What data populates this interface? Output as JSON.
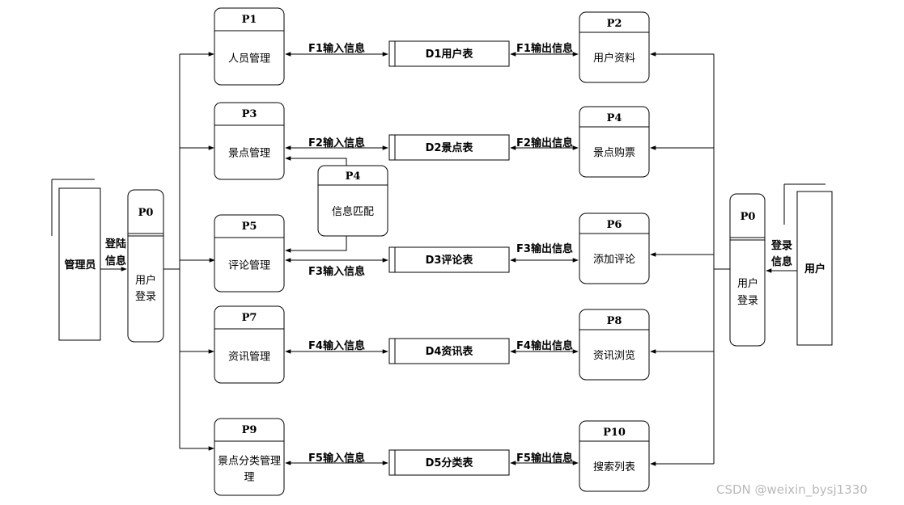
{
  "entities": {
    "admin": "管理员",
    "user": "用户"
  },
  "p0_admin": {
    "id": "P0",
    "name": [
      "用户",
      "登录"
    ]
  },
  "p0_user": {
    "id": "P0",
    "name": [
      "用户",
      "登录"
    ]
  },
  "admin_login_flow": [
    "登陆",
    "信息"
  ],
  "user_login_flow": [
    "登录",
    "信息"
  ],
  "left_processes": [
    {
      "id": "P1",
      "name": [
        "人员管理"
      ]
    },
    {
      "id": "P3",
      "name": [
        "景点管理"
      ]
    },
    {
      "id": "P5",
      "name": [
        "评论管理"
      ]
    },
    {
      "id": "P7",
      "name": [
        "资讯管理"
      ]
    },
    {
      "id": "P9",
      "name": [
        "景点分类管理",
        "理"
      ]
    }
  ],
  "right_processes": [
    {
      "id": "P2",
      "name": [
        "用户资料"
      ]
    },
    {
      "id": "P4",
      "name": [
        "景点购票"
      ]
    },
    {
      "id": "P6",
      "name": [
        "添加评论"
      ]
    },
    {
      "id": "P8",
      "name": [
        "资讯浏览"
      ]
    },
    {
      "id": "P10",
      "name": [
        "搜索列表"
      ]
    }
  ],
  "middle_process": {
    "id": "P4",
    "name": [
      "信息匹配"
    ]
  },
  "data_stores": [
    "D1用户表",
    "D2景点表",
    "D3评论表",
    "D4资讯表",
    "D5分类表"
  ],
  "input_flows": [
    "F1输入信息",
    "F2输入信息",
    "F3输入信息",
    "F4输入信息",
    "F5输入信息"
  ],
  "output_flows": [
    "F1输出信息",
    "F2输出信息",
    "F3输出信息",
    "F4输出信息",
    "F5输出信息"
  ],
  "watermark": "CSDN @weixin_bysj1330"
}
